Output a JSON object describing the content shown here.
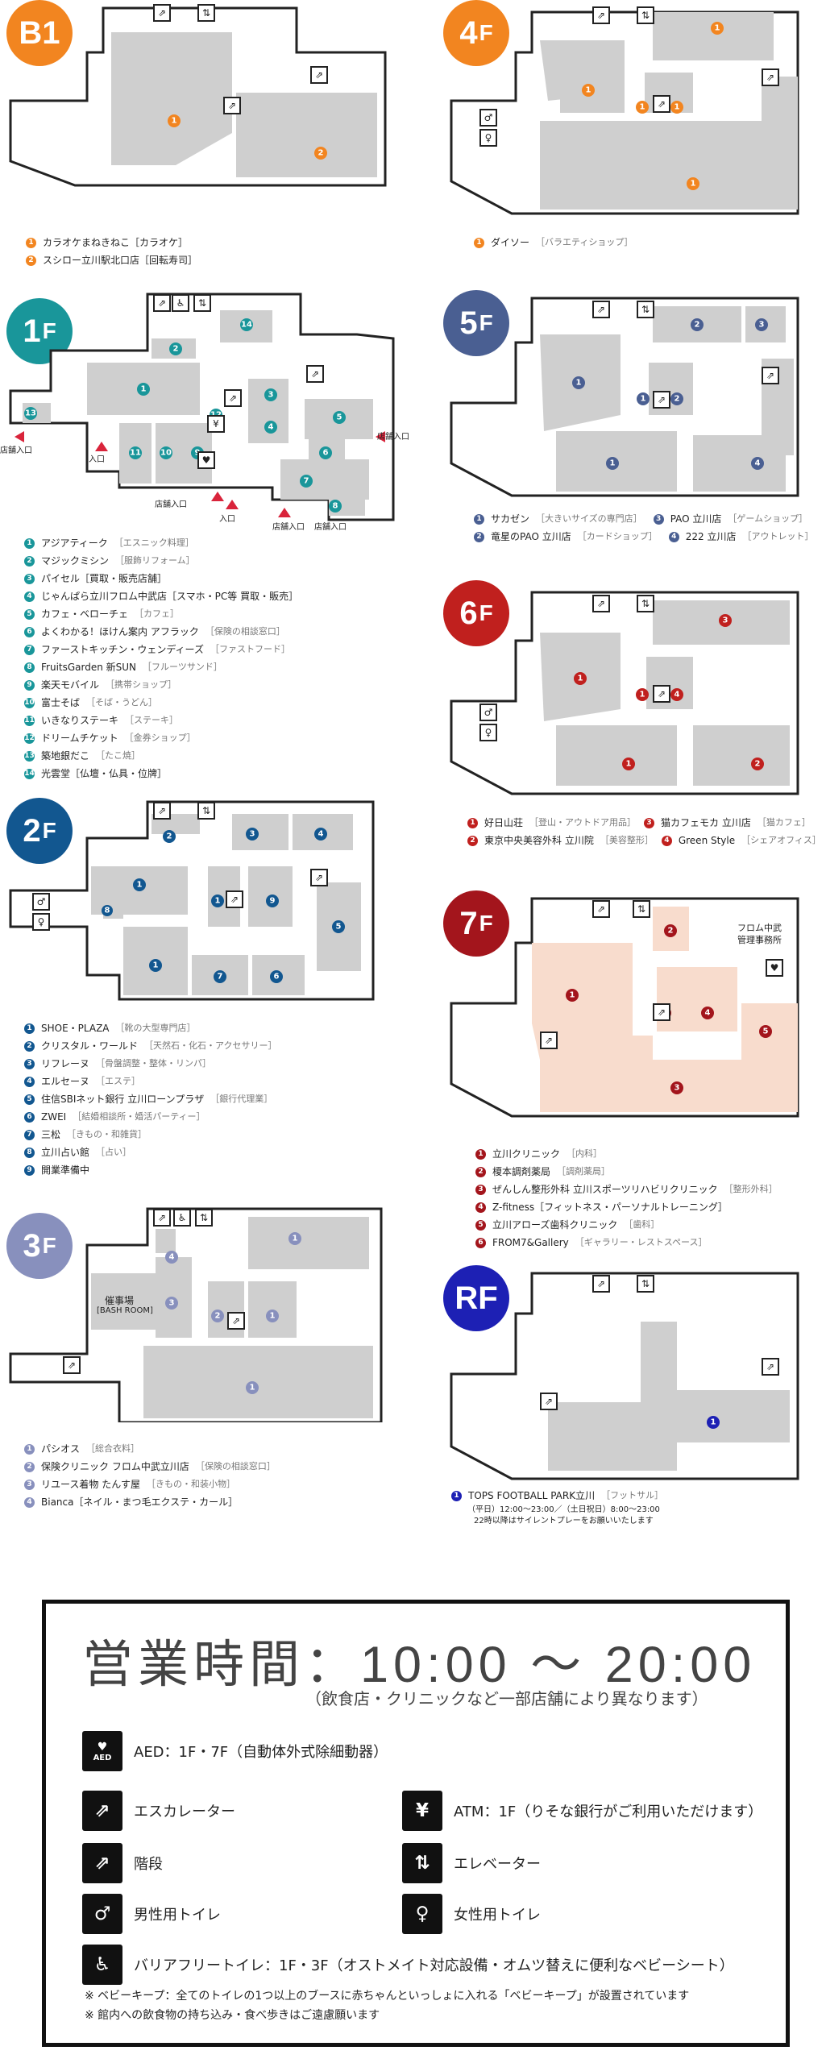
{
  "floors": {
    "b1": {
      "label": "B1",
      "color": "#f28520",
      "items": [
        {
          "n": "1",
          "name": "カラオケまねきねこ［カラオケ］",
          "cat": ""
        },
        {
          "n": "2",
          "name": "スシロー立川駅北口店［回転寿司］",
          "cat": ""
        }
      ]
    },
    "f1": {
      "label": "1",
      "label_small": "F",
      "color": "#19969a",
      "entrance_label": "入口",
      "store_entrance_label": "店舗入口",
      "items": [
        {
          "n": "1",
          "name": "アジアティーク",
          "cat": "［エスニック料理］"
        },
        {
          "n": "2",
          "name": "マジックミシン",
          "cat": "［服飾リフォーム］"
        },
        {
          "n": "3",
          "name": "パイセル［買取・販売店舗］",
          "cat": ""
        },
        {
          "n": "4",
          "name": "じゃんぱら立川フロム中武店［スマホ・PC等 買取・販売］",
          "cat": ""
        },
        {
          "n": "5",
          "name": "カフェ・ベローチェ",
          "cat": "［カフェ］"
        },
        {
          "n": "6",
          "name": "よくわかる！ほけん案内 アフラック",
          "cat": "［保険の相談窓口］"
        },
        {
          "n": "7",
          "name": "ファーストキッチン・ウェンディーズ",
          "cat": "［ファストフード］"
        },
        {
          "n": "8",
          "name": "FruitsGarden 新SUN",
          "cat": "［フルーツサンド］"
        },
        {
          "n": "9",
          "name": "楽天モバイル",
          "cat": "［携帯ショップ］"
        },
        {
          "n": "10",
          "name": "富士そば",
          "cat": "［そば・うどん］"
        },
        {
          "n": "11",
          "name": "いきなりステーキ",
          "cat": "［ステーキ］"
        },
        {
          "n": "12",
          "name": "ドリームチケット",
          "cat": "［金券ショップ］"
        },
        {
          "n": "13",
          "name": "築地銀だこ",
          "cat": "［たこ焼］"
        },
        {
          "n": "14",
          "name": "光雲堂［仏壇・仏具・位牌］",
          "cat": ""
        }
      ]
    },
    "f2": {
      "label": "2",
      "label_small": "F",
      "color": "#125790",
      "items": [
        {
          "n": "1",
          "name": "SHOE・PLAZA",
          "cat": "［靴の大型専門店］"
        },
        {
          "n": "2",
          "name": "クリスタル・ワールド",
          "cat": "［天然石・化石・アクセサリー］"
        },
        {
          "n": "3",
          "name": "リフレーヌ",
          "cat": "［骨盤調整・整体・リンパ］"
        },
        {
          "n": "4",
          "name": "エルセーヌ",
          "cat": "［エステ］"
        },
        {
          "n": "5",
          "name": "住信SBIネット銀行 立川ローンプラザ",
          "cat": "［銀行代理業］"
        },
        {
          "n": "6",
          "name": "ZWEI",
          "cat": "［結婚相談所・婚活パーティー］"
        },
        {
          "n": "7",
          "name": "三松",
          "cat": "［きもの・和雑貨］"
        },
        {
          "n": "8",
          "name": "立川占い館",
          "cat": "［占い］"
        },
        {
          "n": "9",
          "name": "開業準備中",
          "cat": ""
        }
      ]
    },
    "f3": {
      "label": "3",
      "label_small": "F",
      "color": "#8890bd",
      "office_label": "催事場",
      "office_sub": "[BASH ROOM]",
      "items": [
        {
          "n": "1",
          "name": "パシオス",
          "cat": "［総合衣料］"
        },
        {
          "n": "2",
          "name": "保険クリニック フロム中武立川店",
          "cat": "［保険の相談窓口］"
        },
        {
          "n": "3",
          "name": "リユース着物 たんす屋",
          "cat": "［きもの・和装小物］"
        },
        {
          "n": "4",
          "name": "Bianca［ネイル・まつ毛エクステ・カール］",
          "cat": ""
        }
      ]
    },
    "f4": {
      "label": "4",
      "label_small": "F",
      "color": "#f28520",
      "items": [
        {
          "n": "1",
          "name": "ダイソー",
          "cat": "［バラエティショップ］"
        }
      ]
    },
    "f5": {
      "label": "5",
      "label_small": "F",
      "color": "#4a5f92",
      "items": [
        {
          "n": "1",
          "name": "サカゼン",
          "cat": "［大きいサイズの専門店］"
        },
        {
          "n": "2",
          "name": "竜星のPAO 立川店",
          "cat": "［カードショップ］"
        },
        {
          "n": "3",
          "name": "PAO 立川店",
          "cat": "［ゲームショップ］"
        },
        {
          "n": "4",
          "name": "222 立川店",
          "cat": "［アウトレット］"
        }
      ]
    },
    "f6": {
      "label": "6",
      "label_small": "F",
      "color": "#c0201e",
      "items": [
        {
          "n": "1",
          "name": "好日山荘",
          "cat": "［登山・アウトドア用品］"
        },
        {
          "n": "2",
          "name": "東京中央美容外科 立川院",
          "cat": "［美容整形］"
        },
        {
          "n": "3",
          "name": "猫カフェモカ 立川店",
          "cat": "［猫カフェ］"
        },
        {
          "n": "4",
          "name": "Green Style",
          "cat": "［シェアオフィス］"
        }
      ]
    },
    "f7": {
      "label": "7",
      "label_small": "F",
      "color": "#a3151c",
      "office_label": "フロム中武",
      "office_sub": "管理事務所",
      "items": [
        {
          "n": "1",
          "name": "立川クリニック",
          "cat": "［内科］"
        },
        {
          "n": "2",
          "name": "榎本調剤薬局",
          "cat": "［調剤薬局］"
        },
        {
          "n": "3",
          "name": "ぜんしん整形外科 立川スポーツリハビリクリニック",
          "cat": "［整形外科］"
        },
        {
          "n": "4",
          "name": "Z-fitness［フィットネス・パーソナルトレーニング］",
          "cat": ""
        },
        {
          "n": "5",
          "name": "立川アローズ歯科クリニック",
          "cat": "［歯科］"
        },
        {
          "n": "6",
          "name": "FROM7&Gallery",
          "cat": "［ギャラリー・レストスペース］"
        }
      ]
    },
    "rf": {
      "label": "RF",
      "color": "#1d20b4",
      "items": [
        {
          "n": "1",
          "name": "TOPS FOOTBALL PARK立川",
          "cat": "［フットサル］"
        }
      ],
      "note_1": "（平日）12:00〜23:00／（土日祝日）8:00〜23:00",
      "note_2": "22時以降はサイレントプレーをお願いいたします"
    }
  },
  "info": {
    "hours_title": "営業時間：10:00 〜 20:00",
    "hours_sub": "（飲食店・クリニックなど一部店舗により異なります）",
    "aed": "AED：1F・7F（自動体外式除細動器）",
    "escalator": "エスカレーター",
    "atm": "ATM：1F（りそな銀行がご利用いただけます）",
    "stairs": "階段",
    "elevator": "エレベーター",
    "mens": "男性用トイレ",
    "womens": "女性用トイレ",
    "barrier_free": "バリアフリートイレ：1F・3F（オストメイト対応設備・オムツ替えに便利なベビーシート）",
    "note_1": "※ ベビーキープ：全てのトイレの1つ以上のブースに赤ちゃんといっしょに入れる「ベビーキープ」が設置されています",
    "note_2": "※ 館内への飲食物の持ち込み・食べ歩きはご遠慮願います",
    "aed_icon_label": "AED",
    "atm_icon_label": "¥"
  }
}
